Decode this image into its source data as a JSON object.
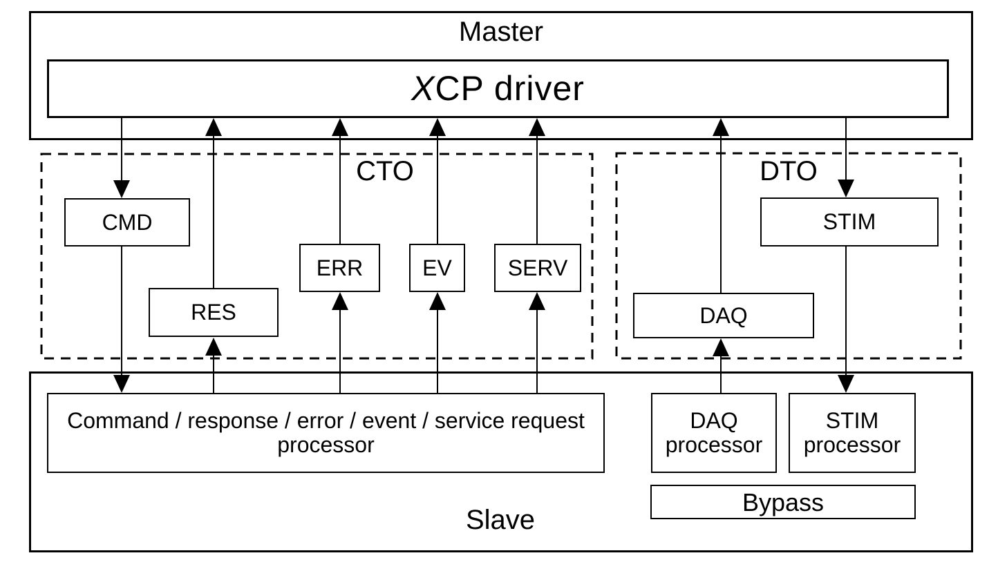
{
  "diagram": {
    "background": "#ffffff",
    "line_color": "#000000",
    "master": {
      "label": "Master",
      "driver": {
        "x": "X",
        "rest": "CP driver"
      }
    },
    "cto": {
      "label": "CTO",
      "cmd": "CMD",
      "res": "RES",
      "err": "ERR",
      "ev": "EV",
      "serv": "SERV"
    },
    "dto": {
      "label": "DTO",
      "stim": "STIM",
      "daq": "DAQ"
    },
    "slave": {
      "label": "Slave",
      "processor": {
        "line1": "Command / response / error / event / service request",
        "line2": "processor"
      },
      "daq_processor": {
        "line1": "DAQ",
        "line2": "processor"
      },
      "stim_processor": {
        "line1": "STIM",
        "line2": "processor"
      },
      "bypass": "Bypass"
    }
  }
}
